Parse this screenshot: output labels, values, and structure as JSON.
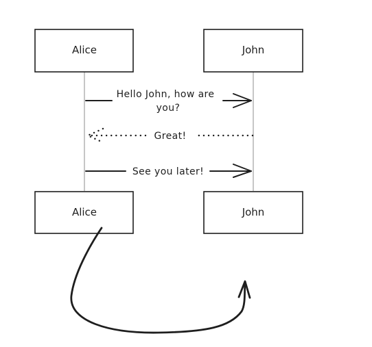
{
  "participants": {
    "top_left": "Alice",
    "top_right": "John",
    "bottom_left": "Alice",
    "bottom_right": "John"
  },
  "messages": [
    {
      "from": "Alice",
      "to": "John",
      "line": "solid",
      "label_lines": [
        "Hello John, how are",
        "you?"
      ]
    },
    {
      "from": "John",
      "to": "Alice",
      "line": "dotted",
      "label_lines": [
        "Great!"
      ]
    },
    {
      "from": "Alice",
      "to": "John",
      "line": "solid",
      "label_lines": [
        "See you later!"
      ]
    }
  ],
  "colors": {
    "stroke": "#1e1e1e",
    "lifeline": "#8c8c8c",
    "background": "#ffffff"
  }
}
